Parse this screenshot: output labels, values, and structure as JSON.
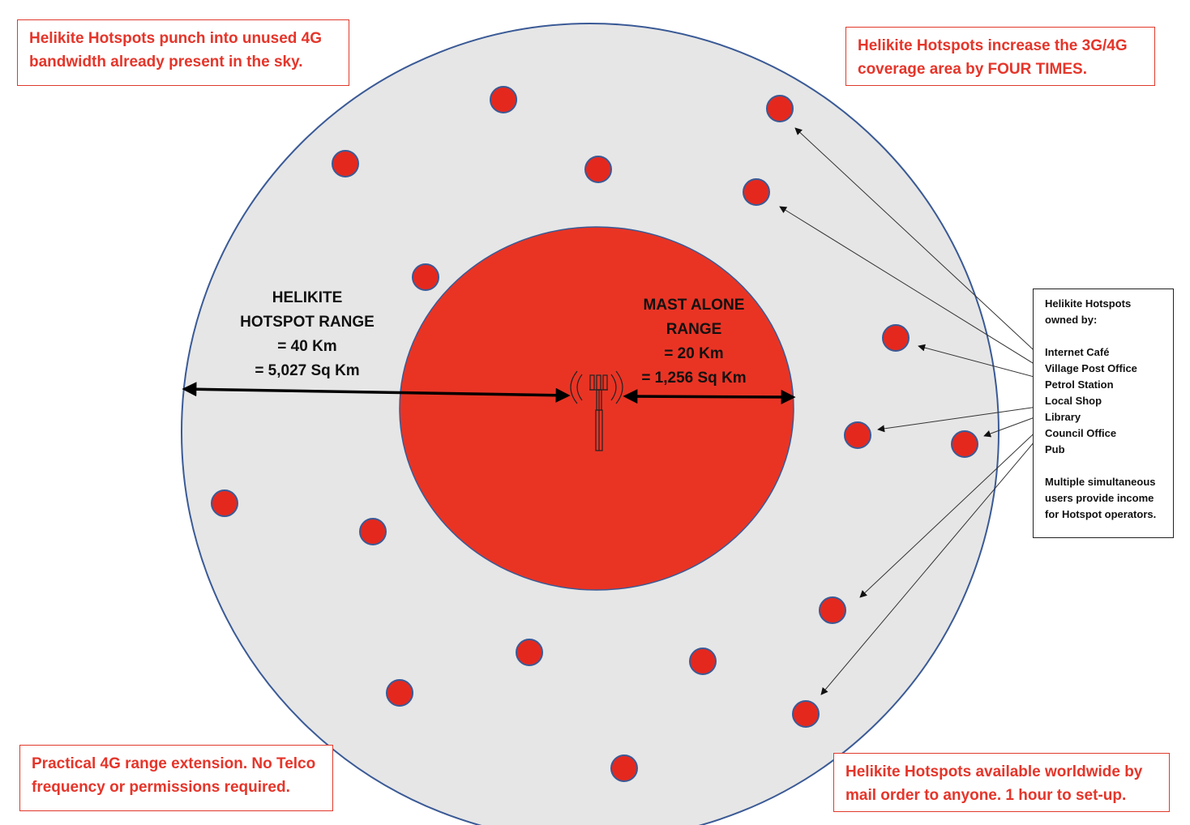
{
  "notes": {
    "top_left": [
      "Helikite Hotspots punch into unused 4G",
      "bandwidth already present in the sky."
    ],
    "top_right": [
      "Helikite Hotspots increase the 3G/4G",
      "coverage area by FOUR TIMES."
    ],
    "bottom_left": [
      "Practical 4G range extension. No Telco",
      "frequency or permissions required."
    ],
    "bottom_right": [
      "Helikite Hotspots available worldwide by",
      "mail order to anyone. 1 hour to set-up."
    ]
  },
  "helikite_range": [
    "HELIKITE",
    "HOTSPOT RANGE",
    "= 40 Km",
    "= 5,027 Sq Km"
  ],
  "mast_range": [
    "MAST ALONE",
    "RANGE",
    "= 20 Km",
    "= 1,256 Sq Km"
  ],
  "owners": {
    "heading": [
      "Helikite Hotspots",
      "owned by:"
    ],
    "items": [
      "Internet Café",
      "Village Post Office",
      "Petrol Station",
      "Local Shop",
      "Library",
      "Council Office",
      "Pub"
    ],
    "footer": [
      "Multiple simultaneous",
      "users provide income",
      "for Hotspot operators."
    ]
  },
  "colors": {
    "outer_fill": "#e6e6e6",
    "outer_stroke": "#3a5a96",
    "inner_fill": "#e93424",
    "hotspot_fill": "#e5281e",
    "text_red": "#e5352a"
  },
  "icons": {
    "mast": "cell-tower-icon",
    "hotspot": "hotspot-dot-icon"
  }
}
